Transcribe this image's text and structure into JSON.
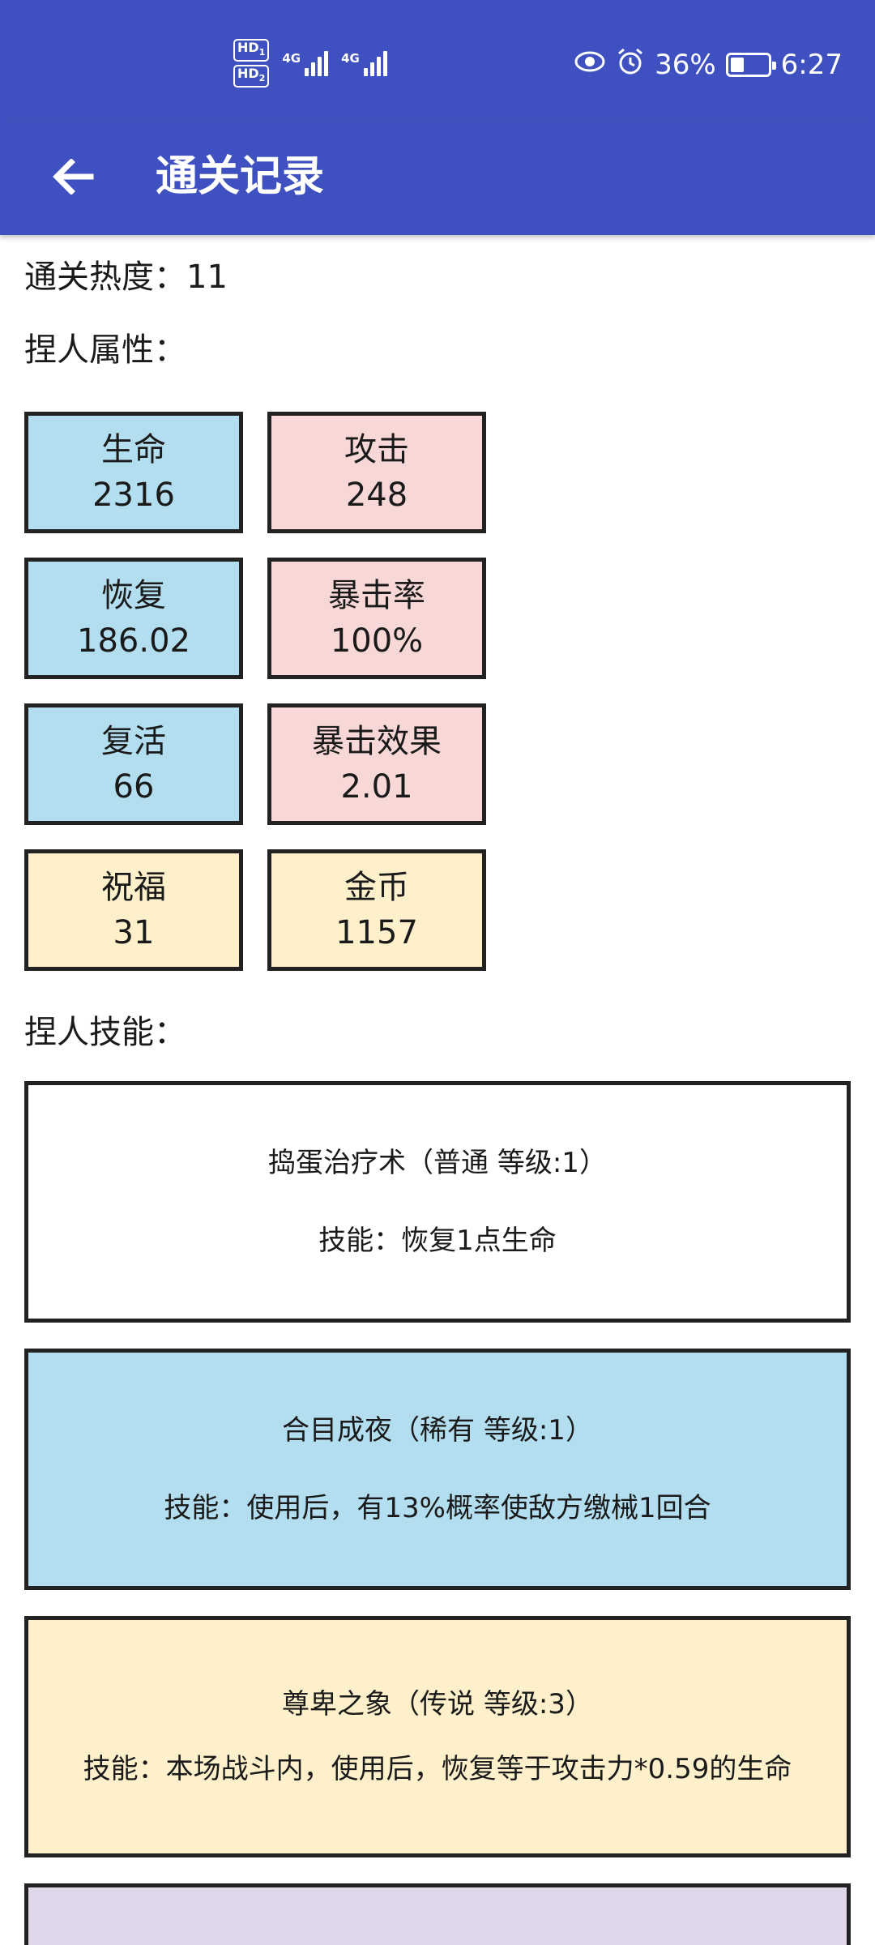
{
  "status_bar": {
    "hd1": "HD",
    "hd1_sub": "1",
    "hd2": "HD",
    "hd2_sub": "2",
    "net1": "4G",
    "net2": "4G",
    "battery_percent_text": "36%",
    "battery_level": 0.36,
    "time": "6:27",
    "icons": [
      "eye-icon",
      "alarm-icon",
      "battery-icon"
    ]
  },
  "app_bar": {
    "title": "通关记录",
    "back_icon": "arrow-left-icon",
    "color": "#3f51c0"
  },
  "summary": {
    "heat_text": "通关热度：11",
    "attributes_label": "捏人属性：",
    "skills_label": "捏人技能："
  },
  "attributes": [
    {
      "name": "生命",
      "value": "2316",
      "color": "#b3def0"
    },
    {
      "name": "攻击",
      "value": "248",
      "color": "#f7d8d6"
    },
    {
      "name": "恢复",
      "value": "186.02",
      "color": "#b3def0"
    },
    {
      "name": "暴击率",
      "value": "100%",
      "color": "#f7d8d6"
    },
    {
      "name": "复活",
      "value": "66",
      "color": "#b3def0"
    },
    {
      "name": "暴击效果",
      "value": "2.01",
      "color": "#f7d8d6"
    },
    {
      "name": "祝福",
      "value": "31",
      "color": "#fdf0cb"
    },
    {
      "name": "金币",
      "value": "1157",
      "color": "#fdf0cb"
    }
  ],
  "skills": [
    {
      "name": "捣蛋治疗术（普通 等级:1）",
      "desc": "技能：恢复1点生命",
      "color": "#ffffff"
    },
    {
      "name": "合目成夜（稀有 等级:1）",
      "desc": "技能：使用后，有13%概率使敌方缴械1回合",
      "color": "#b3def0"
    },
    {
      "name": "尊卑之象（传说 等级:3）",
      "desc": "技能：本场战斗内，使用后，恢复等于攻击力*0.59的生命",
      "color": "#fdf0cb"
    },
    {
      "name": "",
      "desc": "",
      "color": "#e1d7ea"
    }
  ]
}
